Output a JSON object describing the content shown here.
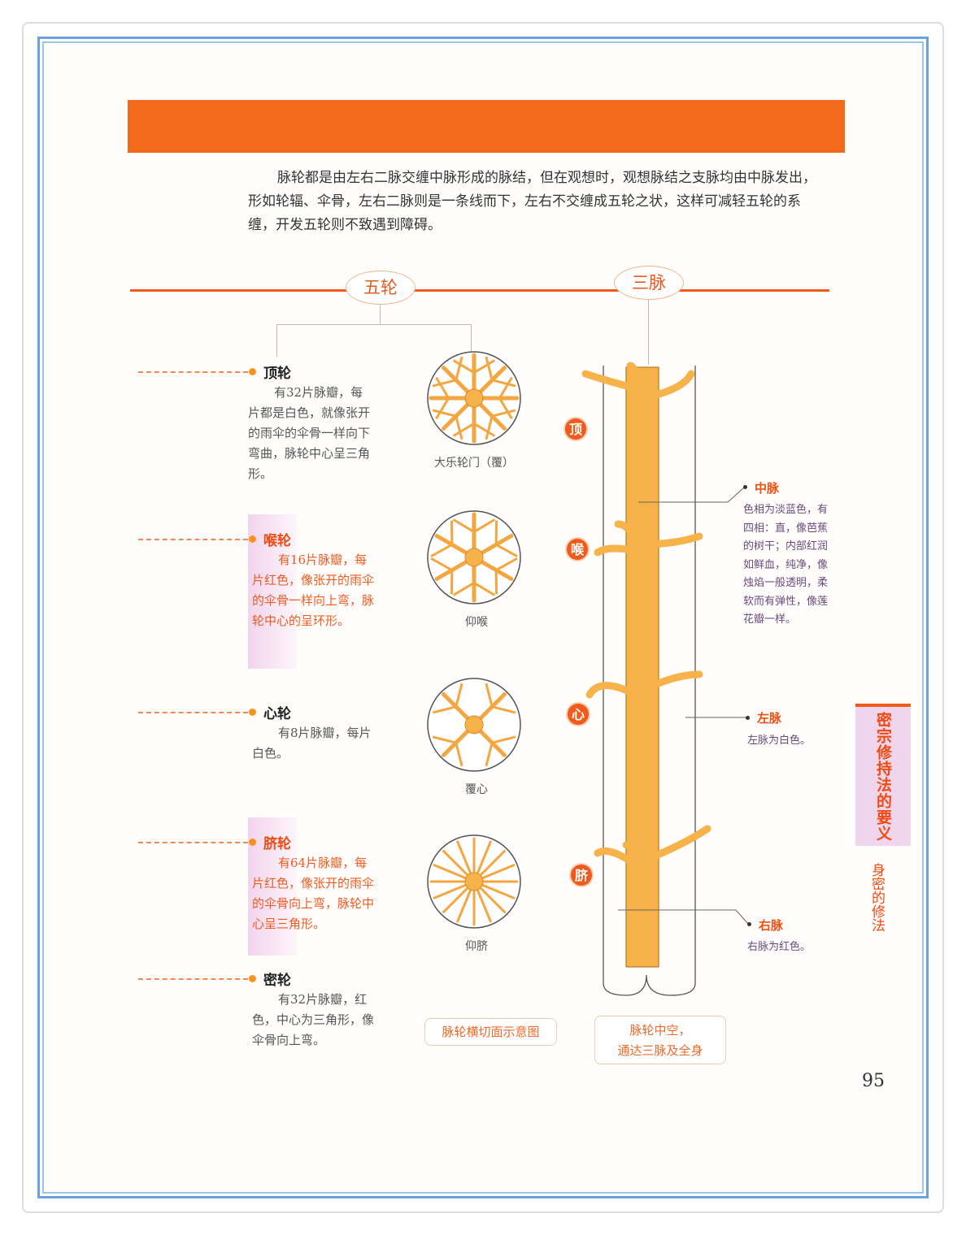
{
  "intro": "脉轮都是由左右二脉交缠中脉形成的脉结，但在观想时，观想脉结之支脉均由中脉发出，形如轮辐、伞骨，左右二脉则是一条线而下，左右不交缠成五轮之状，这样可减轻五轮的系缠，开发五轮则不致遇到障碍。",
  "headers": {
    "wheels": "五轮",
    "channels": "三脉"
  },
  "chakras": [
    {
      "title": "顶轮",
      "desc": "有32片脉瓣，每片都是白色，就像张开的雨伞的伞骨一样向下弯曲，脉轮中心呈三角形。",
      "caption": "大乐轮门（覆）",
      "badge": "顶",
      "highlight": false,
      "spokes": 8
    },
    {
      "title": "喉轮",
      "desc": "有16片脉瓣，每片红色，像张开的雨伞的伞骨一样向上弯，脉轮中心的呈环形。",
      "caption": "仰喉",
      "badge": "喉",
      "highlight": true,
      "spokes": 6
    },
    {
      "title": "心轮",
      "desc": "有8片脉瓣，每片白色。",
      "caption": "覆心",
      "badge": "心",
      "highlight": false,
      "spokes": 4
    },
    {
      "title": "脐轮",
      "desc": "有64片脉瓣，每片红色，像张开的雨伞的伞骨向上弯，脉轮中心呈三角形。",
      "caption": "仰脐",
      "badge": "脐",
      "highlight": true,
      "spokes": 16
    },
    {
      "title": "密轮",
      "desc": "有32片脉瓣，红色，中心为三角形，像伞骨向上弯。"
    }
  ],
  "channels": [
    {
      "title": "中脉",
      "desc": "色相为淡蓝色，有四相：直，像芭蕉的树干；内部红润如鲜血，纯净，像烛焰一般透明，柔软而有弹性，像莲花瓣一样。"
    },
    {
      "title": "左脉",
      "desc": "左脉为白色。"
    },
    {
      "title": "右脉",
      "desc": "右脉为红色。"
    }
  ],
  "notes": {
    "cross_section": "脉轮横切面示意图",
    "hollow_line1": "脉轮中空，",
    "hollow_line2": "通达三脉及全身"
  },
  "side_tab": "密宗修持法的要义",
  "section": "身密的修法",
  "page_number": "95",
  "colors": {
    "accent": "#f26a1b",
    "frame": "#6aa3df",
    "channel": "#f7b24a"
  }
}
